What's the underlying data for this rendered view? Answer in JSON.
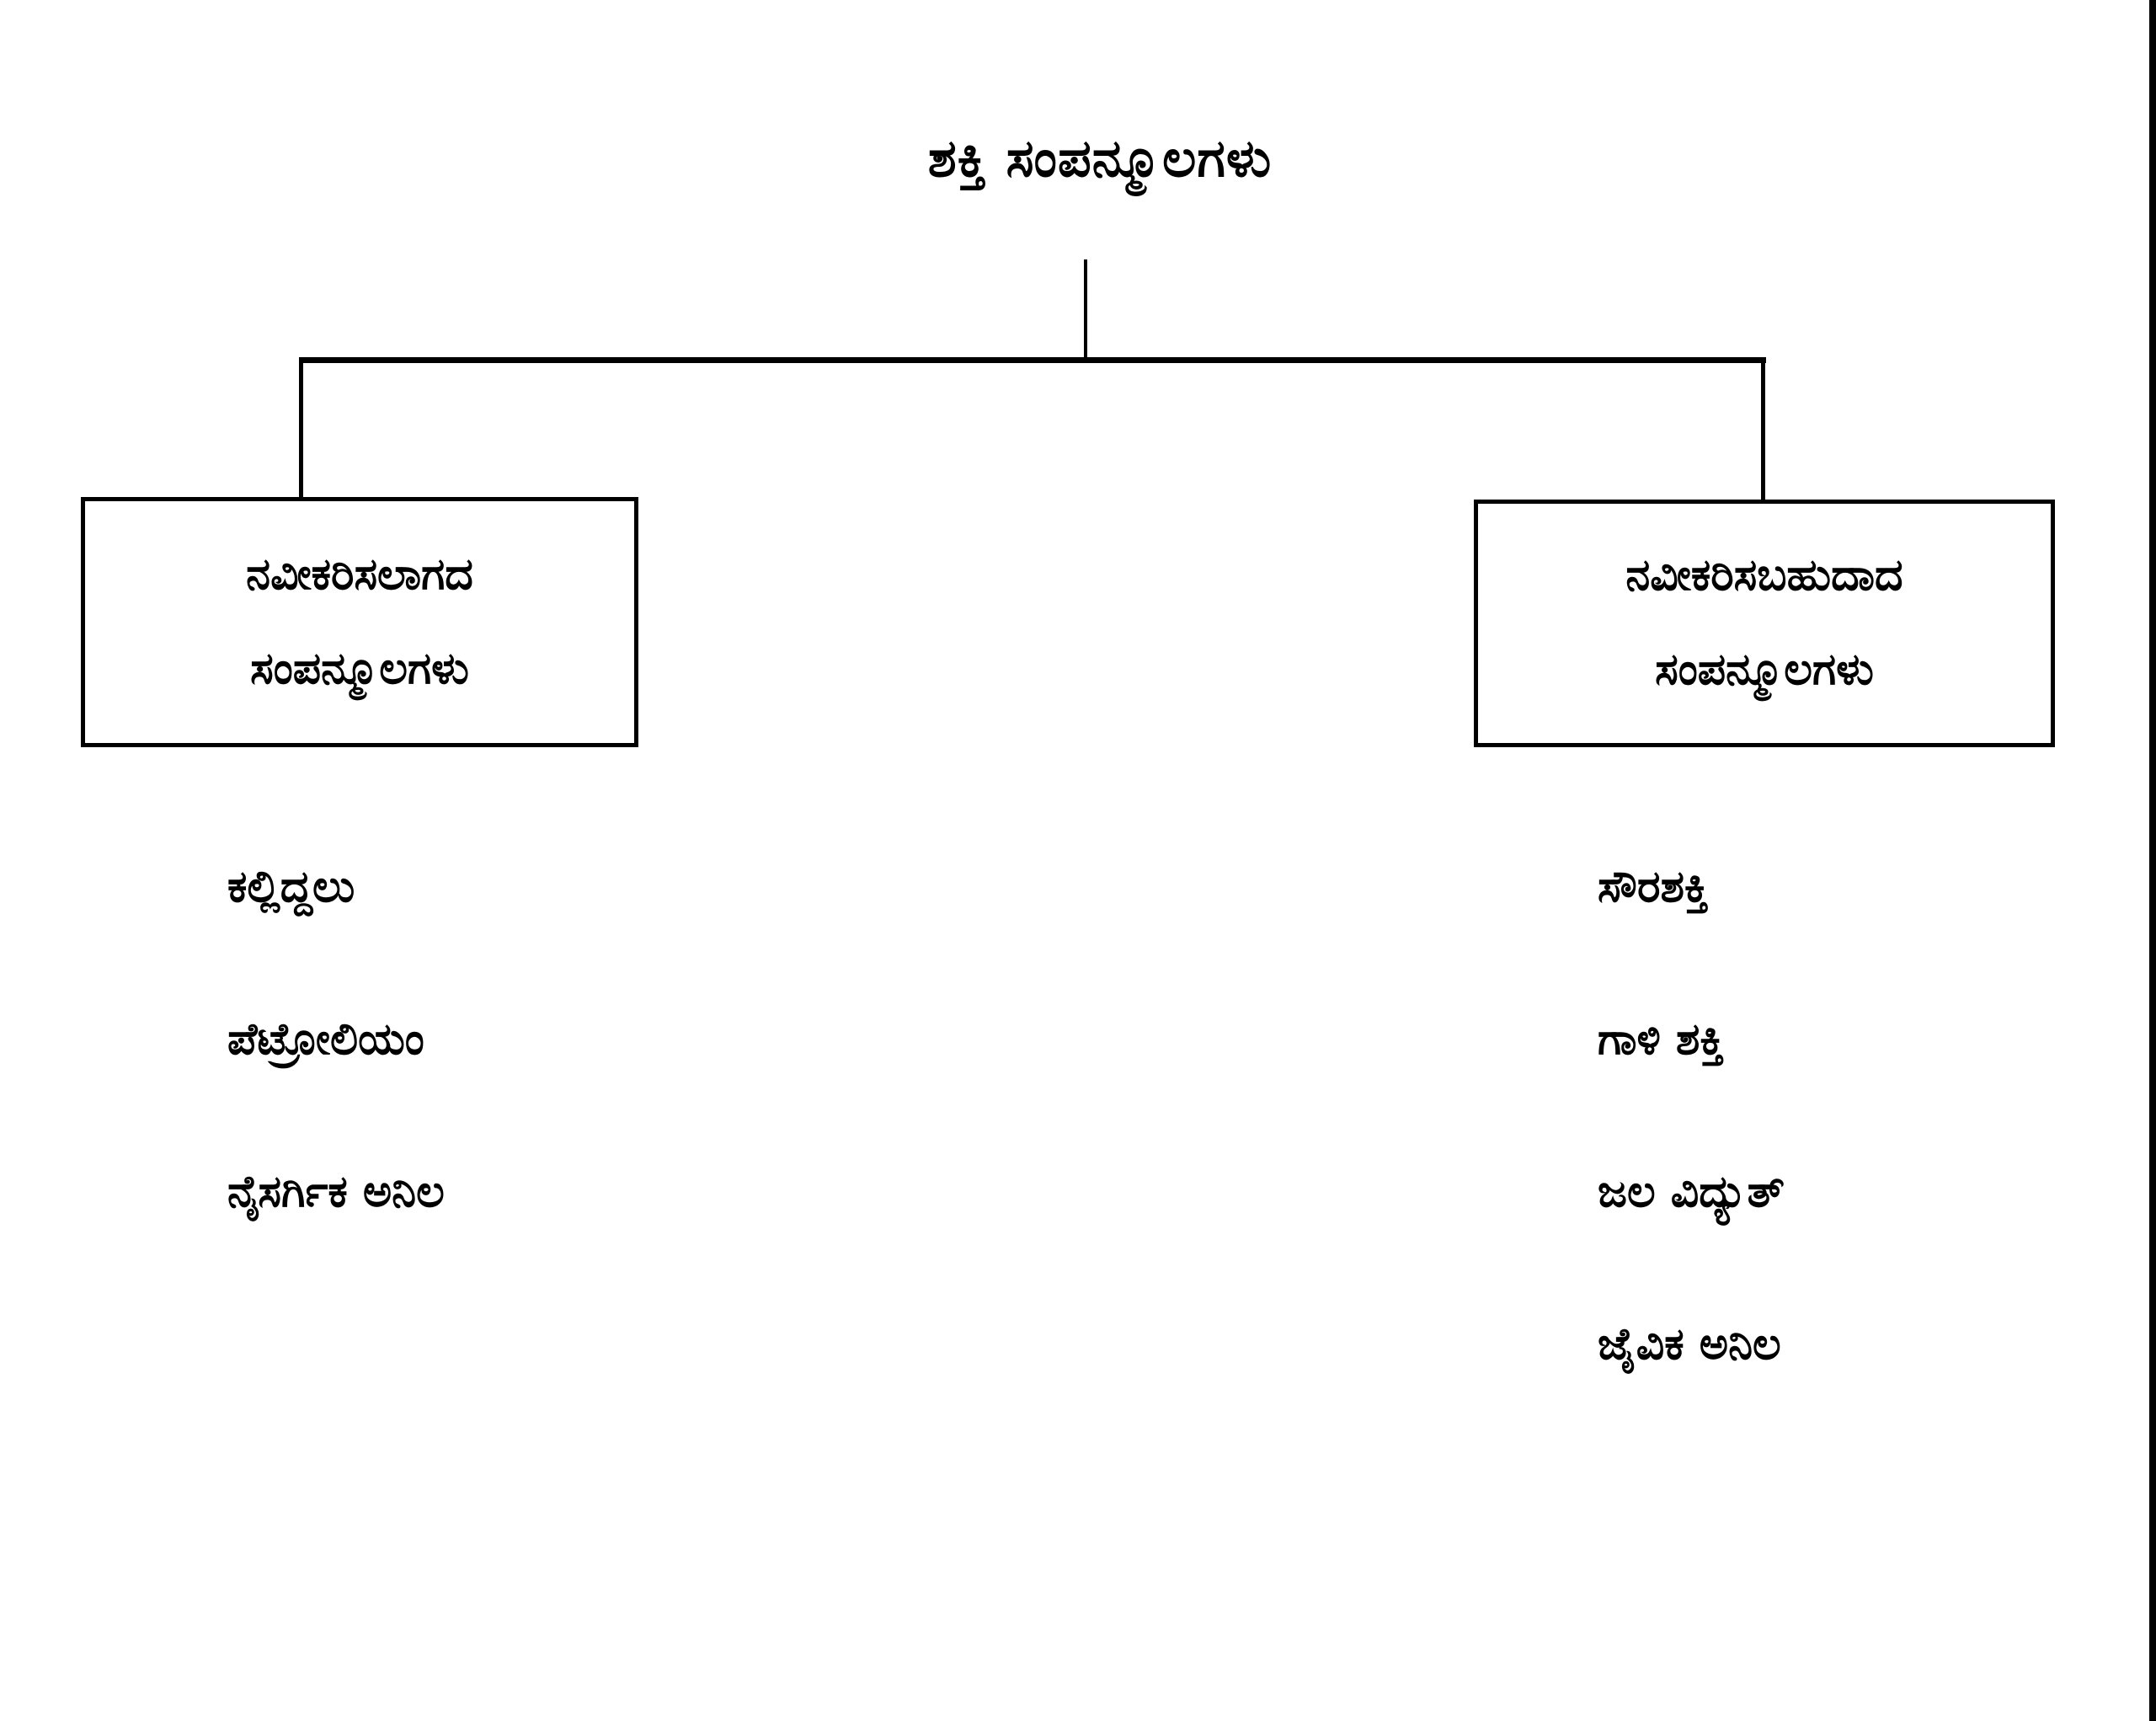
{
  "title": "ಶಕ್ತಿ ಸಂಪನ್ಮೂಲಗಳು",
  "branches": [
    {
      "name": "non-renewable",
      "label_lines": [
        "ನವೀಕರಿಸಲಾಗದ",
        "ಸಂಪನ್ಮೂಲಗಳು"
      ],
      "items": [
        "ಕಲ್ಲಿದ್ದಲು",
        "ಪೆಟ್ರೋಲಿಯಂ",
        "ನೈಸರ್ಗಿಕ ಅನಿಲ"
      ]
    },
    {
      "name": "renewable",
      "label_lines": [
        "ನವೀಕರಿಸಬಹುದಾದ",
        "ಸಂಪನ್ಮೂಲಗಳು"
      ],
      "items": [
        "ಸೌರಶಕ್ತಿ",
        "ಗಾಳಿ ಶಕ್ತಿ",
        "ಜಲ ವಿದ್ಯುತ್",
        "ಜೈವಿಕ ಅನಿಲ"
      ]
    }
  ],
  "colors": {
    "line": "#000000",
    "text": "#000000",
    "background": "#ffffff",
    "right_edge_strip": "#000000"
  }
}
